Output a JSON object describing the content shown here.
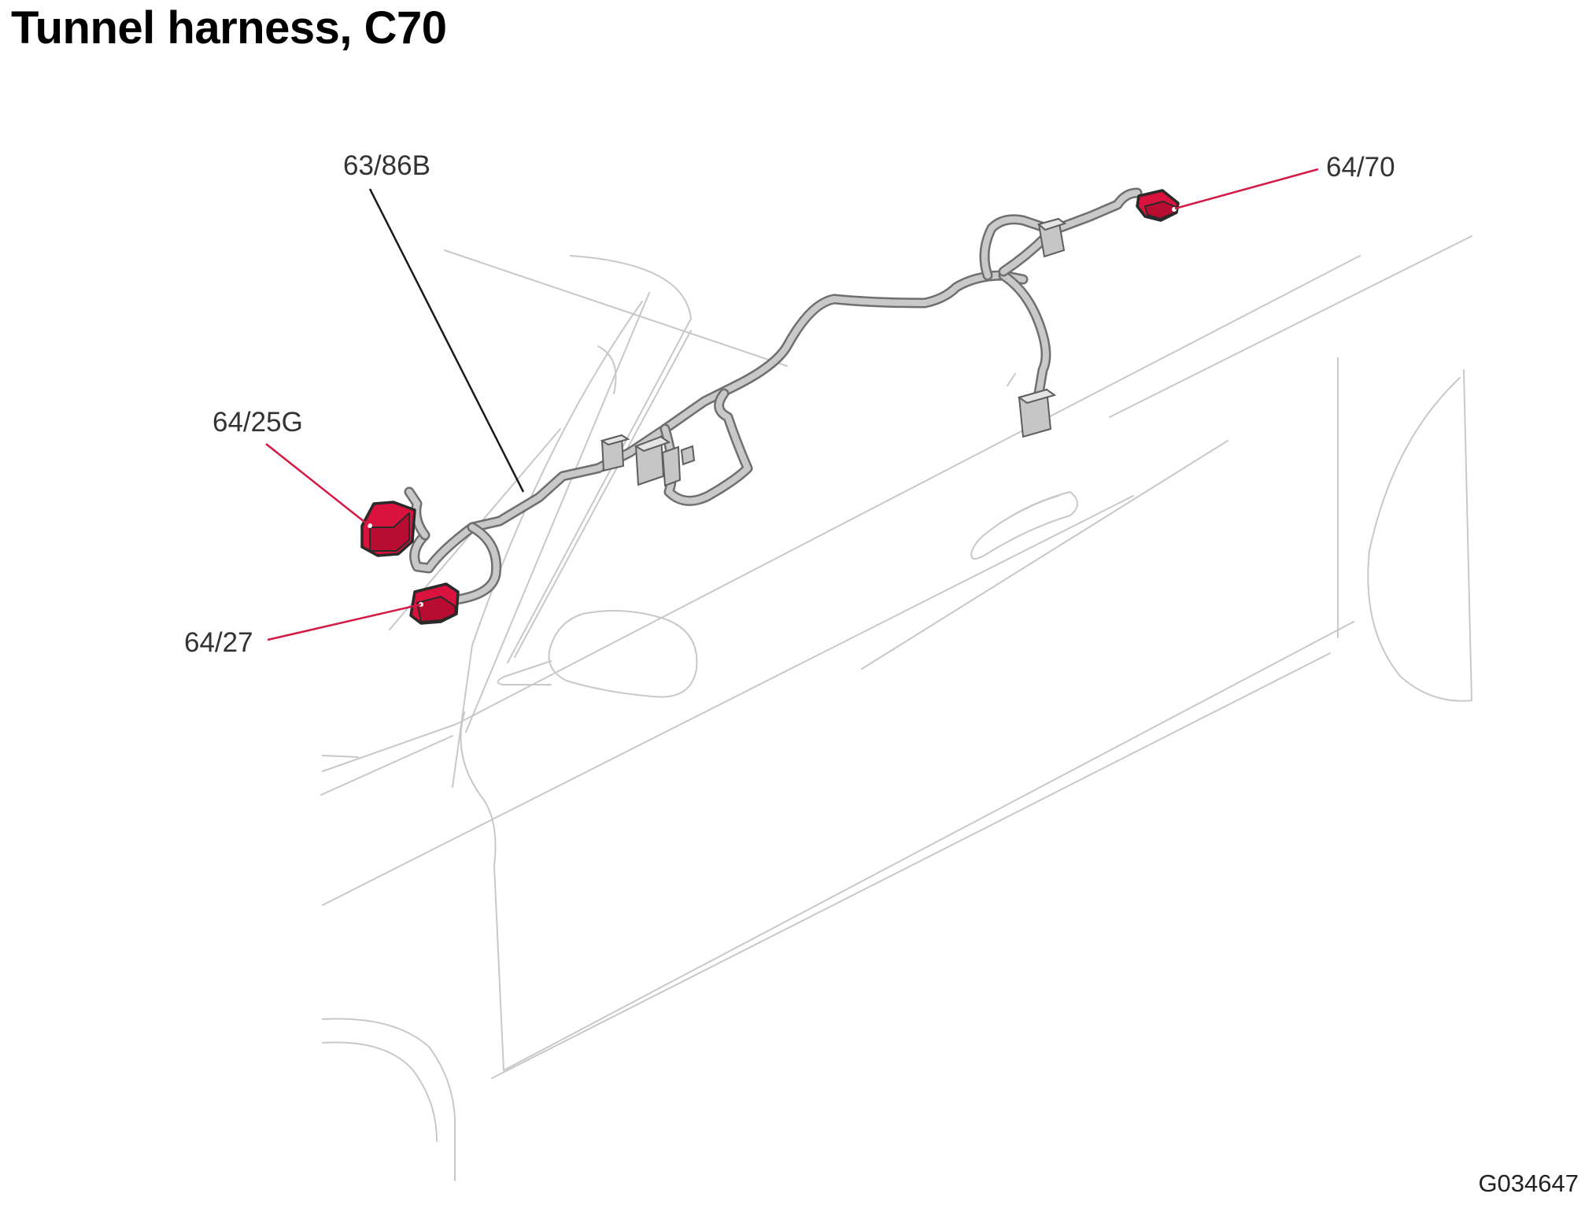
{
  "title": "Tunnel harness, C70",
  "figure_id": "G034647",
  "callouts": {
    "harness": "63/86B",
    "connector_top_right": "64/70",
    "connector_left_upper": "64/25G",
    "connector_left_lower": "64/27"
  },
  "colors": {
    "highlight": "#d9123e",
    "harness": "#c9c9c9",
    "outline": "#c8c8c8"
  }
}
